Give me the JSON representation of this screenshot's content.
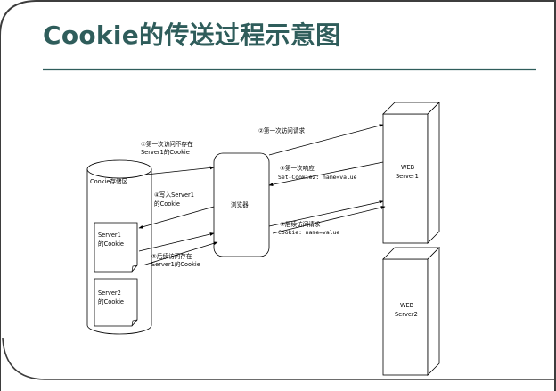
{
  "slide": {
    "title": "Cookie的传送过程示意图"
  },
  "nodes": {
    "cookie_store": "Cookie存储区",
    "server1_cookie_doc": [
      "Server1",
      "的Cookie"
    ],
    "server2_cookie_doc": [
      "Server2",
      "的Cookie"
    ],
    "browser": "浏览器",
    "web_server1": [
      "WEB",
      "Server1"
    ],
    "web_server2": [
      "WEB",
      "Server2"
    ]
  },
  "edges": {
    "first_visit_no_cookie": [
      "①第一次访问不存在",
      "Server1的Cookie"
    ],
    "first_request": "②第一次访问请求",
    "first_response": [
      "③第一次响应",
      "Set-Cookie2: name=value"
    ],
    "write_cookie": [
      "④写入Server1",
      "的Cookie"
    ],
    "later_visit_has_cookie": [
      "⑤后续访问存在",
      "Server1的Cookie"
    ],
    "later_request": [
      "⑥后续访问请求",
      "Cookie: name=value"
    ]
  }
}
